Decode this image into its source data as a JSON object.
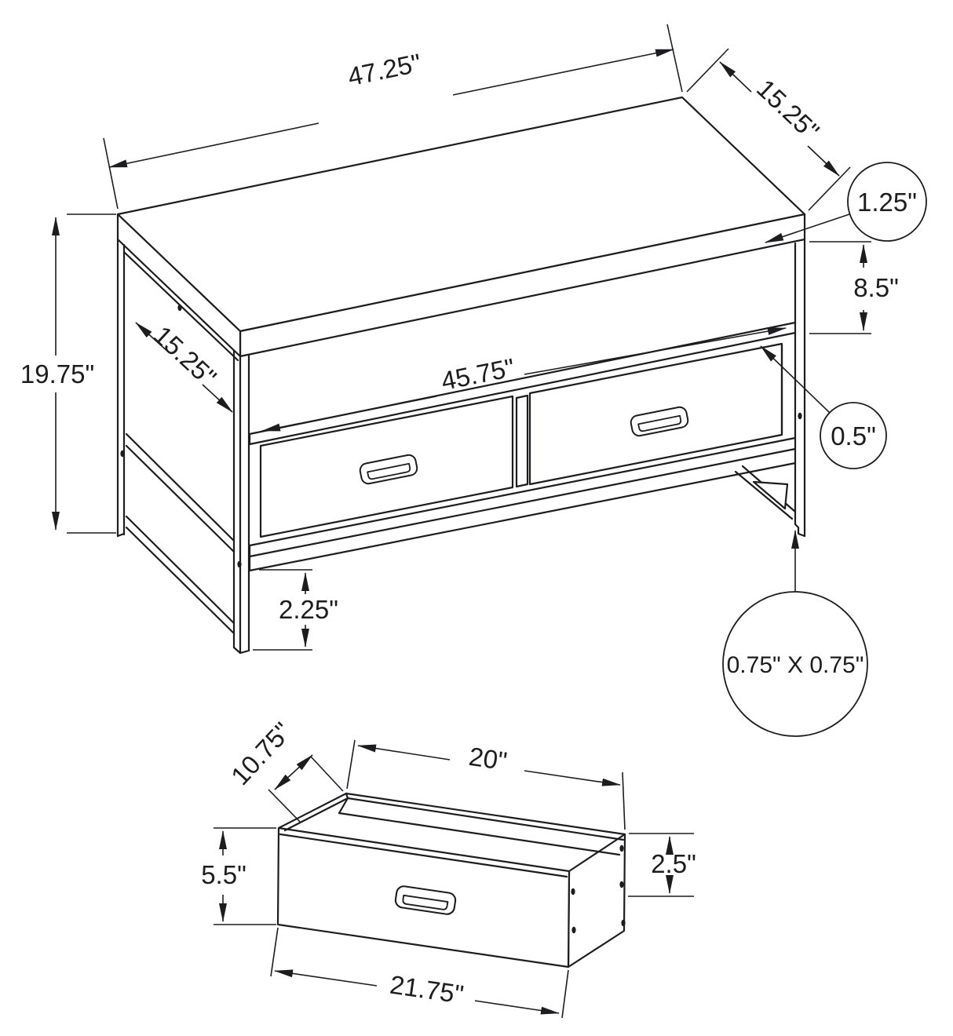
{
  "diagram": {
    "type": "furniture-dimension-drawing",
    "line_color": "#1d1d1f",
    "background_color": "#ffffff",
    "tv_stand": {
      "overall_width": "47.25\"",
      "top_depth": "15.25\"",
      "top_thickness": "1.25\"",
      "shelf_clearance": "8.5\"",
      "overall_height": "19.75\"",
      "side_depth": "15.25\"",
      "inner_width": "45.75\"",
      "shelf_thickness": "0.5\"",
      "bottom_clearance": "2.25\"",
      "frame_tube_size": "0.75\" X 0.75\""
    },
    "drawer": {
      "depth": "10.75\"",
      "inner_width": "20\"",
      "front_height": "5.5\"",
      "back_height": "2.5\"",
      "front_width": "21.75\""
    }
  }
}
